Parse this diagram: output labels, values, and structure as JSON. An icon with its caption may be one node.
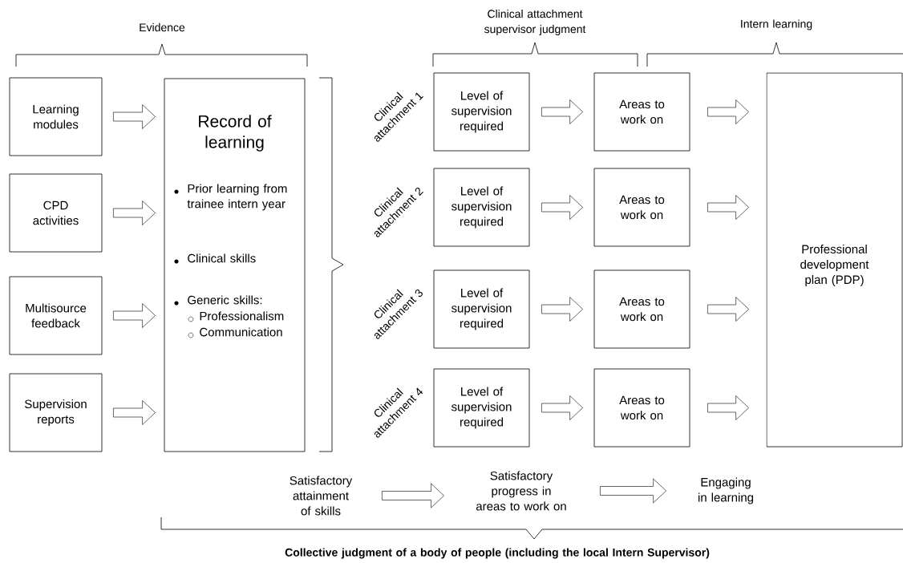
{
  "diagram": {
    "nodes": [
      {
        "text": [
          "Learning modules"
        ]
      },
      {
        "text": [
          "CPD activities"
        ]
      },
      {
        "text": [
          "Multisource feedback"
        ]
      },
      {
        "text": [
          "Supervision reports"
        ]
      },
      {
        "text": [
          "Record of learning",
          "Prior learning from trainee intern year",
          "Clinical skills",
          "Generic skills:",
          "Professionalism",
          "Communication"
        ]
      },
      {
        "text": [
          "Level of supervision required"
        ],
        "beside": [
          "Clinical attachment 1"
        ]
      },
      {
        "text": [
          "Level of supervision required"
        ],
        "beside": [
          "Clinical attachment 2"
        ]
      },
      {
        "text": [
          "Level of supervision required"
        ],
        "beside": [
          "Clinical attachment 3"
        ]
      },
      {
        "text": [
          "Level of supervision required"
        ],
        "beside": [
          "Clinical attachment 4"
        ]
      },
      {
        "text": [
          "Areas to work on"
        ]
      },
      {
        "text": [
          "Areas to work on"
        ]
      },
      {
        "text": [
          "Areas to work on"
        ]
      },
      {
        "text": [
          "Areas to work on"
        ]
      },
      {
        "text": [
          "Professional development plan (PDP)"
        ]
      },
      {
        "text": [
          "Satisfactory attainment of skills"
        ]
      },
      {
        "text": [
          "Satisfactory progress in areas to work on"
        ]
      },
      {
        "text": [
          "Engaging in learning"
        ]
      }
    ],
    "edges": [
      {
        "from": 0,
        "to": 4,
        "arrow": "to"
      },
      {
        "from": 1,
        "to": 4,
        "arrow": "to"
      },
      {
        "from": 2,
        "to": 4,
        "arrow": "to"
      },
      {
        "from": 3,
        "to": 4,
        "arrow": "to"
      },
      {
        "from": 5,
        "to": 9,
        "arrow": "to"
      },
      {
        "from": 6,
        "to": 10,
        "arrow": "to"
      },
      {
        "from": 7,
        "to": 11,
        "arrow": "to"
      },
      {
        "from": 8,
        "to": 12,
        "arrow": "to"
      },
      {
        "from": 9,
        "to": 13,
        "arrow": "to"
      },
      {
        "from": 10,
        "to": 13,
        "arrow": "to"
      },
      {
        "from": 11,
        "to": 13,
        "arrow": "to"
      },
      {
        "from": 12,
        "to": 13,
        "arrow": "to"
      },
      {
        "from": 14,
        "to": 15,
        "arrow": "to"
      },
      {
        "from": 15,
        "to": 16,
        "arrow": "to"
      }
    ],
    "labels": [
      "Evidence",
      "Clinical attachment supervisor judgment",
      "Intern learning",
      "Collective judgment of a body of people (including the local Intern Supervisor)"
    ]
  }
}
